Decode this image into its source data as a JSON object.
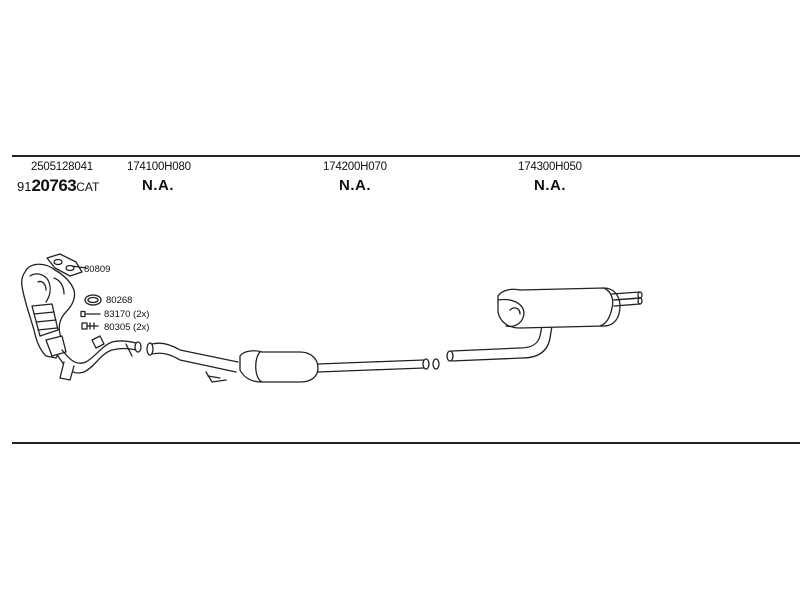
{
  "columns": [
    {
      "part_number": "2505128041",
      "catalyst": {
        "prefix": "91",
        "number": "20763",
        "suffix": "CAT"
      }
    },
    {
      "part_number": "174100H080",
      "status": "N.A."
    },
    {
      "part_number": "174200H070",
      "status": "N.A."
    },
    {
      "part_number": "174300H050",
      "status": "N.A."
    }
  ],
  "callouts": [
    {
      "label": "80809"
    },
    {
      "label": "80268"
    },
    {
      "label": "83170 (2x)"
    },
    {
      "label": "80305 (2x)"
    }
  ],
  "icons": [
    "gasket-icon",
    "ring-icon",
    "bolt-icon",
    "nut-icon",
    "exhaust-manifold-icon",
    "front-pipe-icon",
    "center-muffler-icon",
    "rear-muffler-icon"
  ]
}
